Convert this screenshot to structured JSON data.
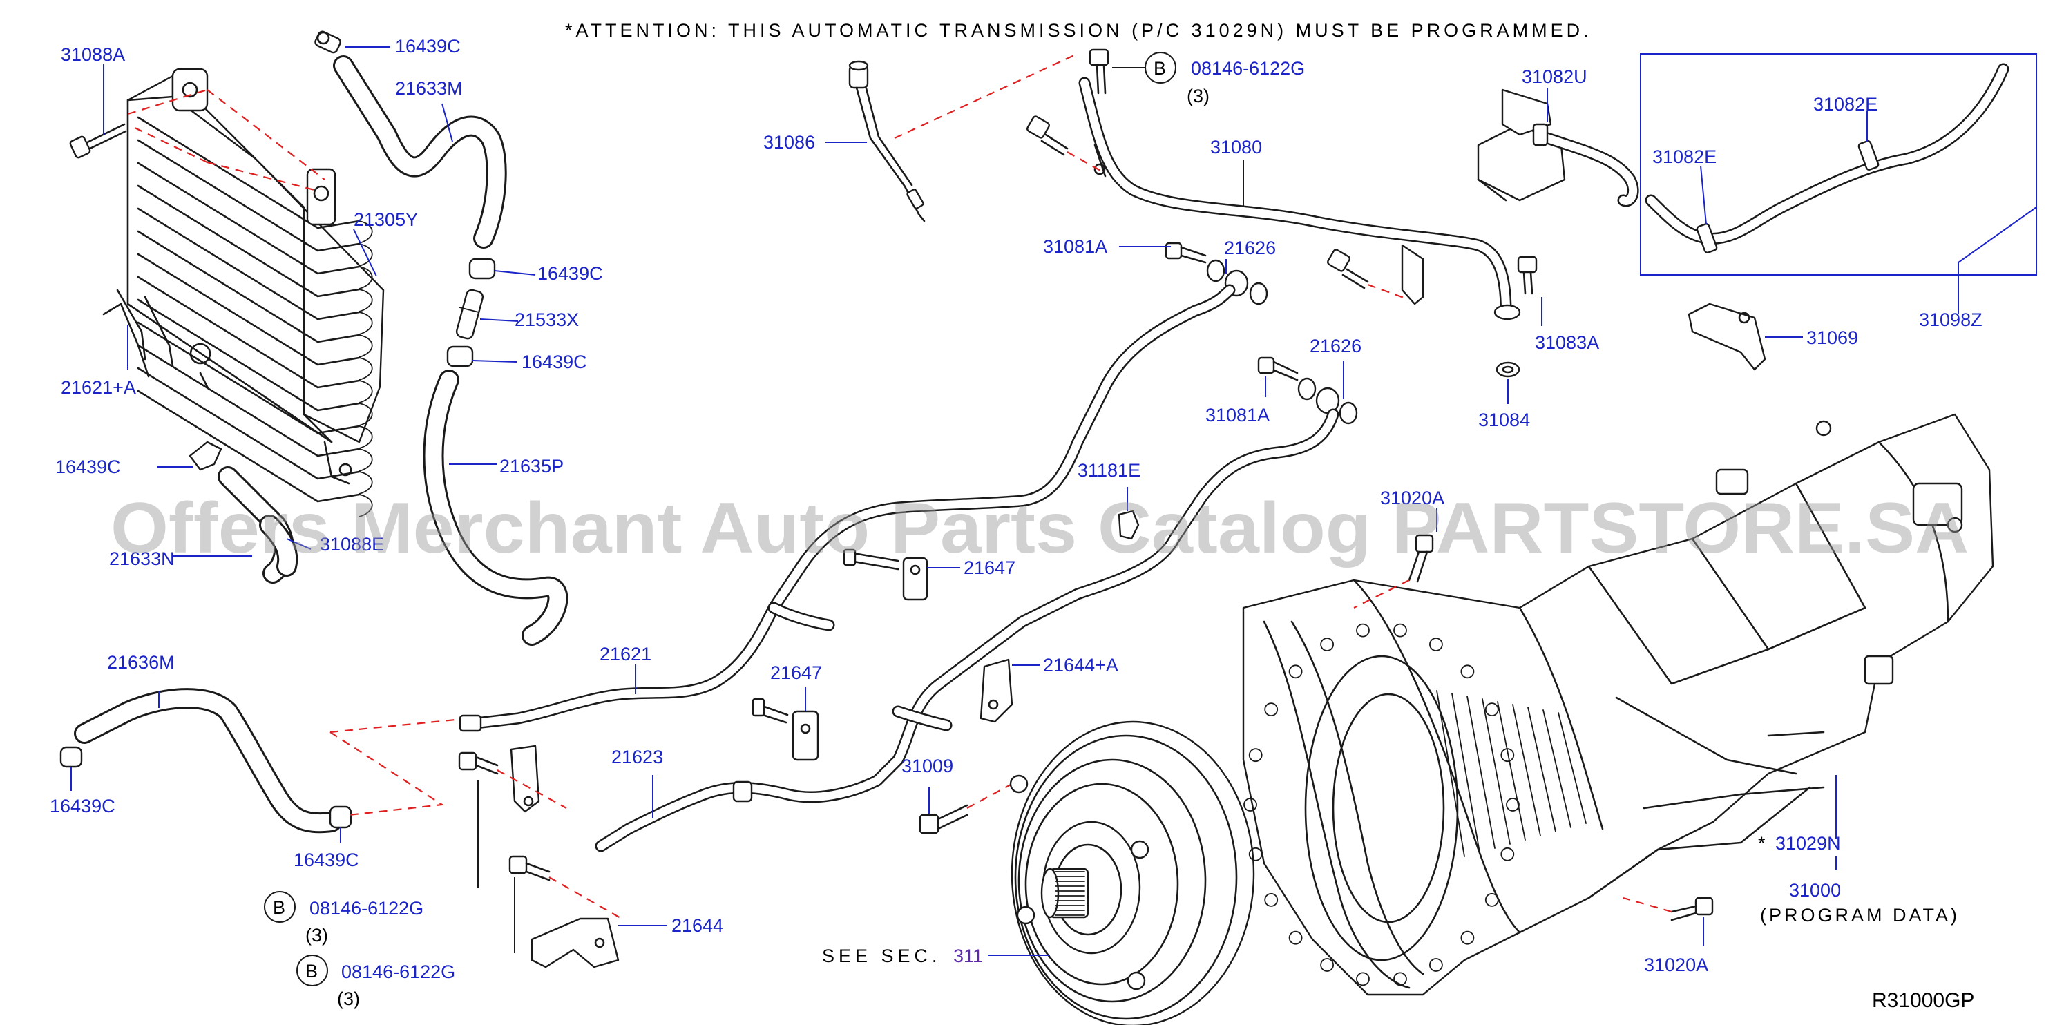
{
  "attention": "*ATTENTION: THIS AUTOMATIC TRANSMISSION (P/C 31029N) MUST BE PROGRAMMED.",
  "watermark": "Offers Merchant Auto Parts Catalog PARTSTORE.SA",
  "diagram_code": "R31000GP",
  "see_sec": "SEE SEC.",
  "circle_b": "B",
  "labels": {
    "p31088A": "31088A",
    "p16439C_top": "16439C",
    "p21633M": "21633M",
    "p21305Y": "21305Y",
    "p16439C_a": "16439C",
    "p21533X": "21533X",
    "p16439C_b": "16439C",
    "p21621A": "21621+A",
    "p16439C_left": "16439C",
    "p21635P": "21635P",
    "p21633N": "21633N",
    "p31088E": "31088E",
    "p21636M": "21636M",
    "p16439C_bl": "16439C",
    "p16439C_bm": "16439C",
    "b1_part": "08146-6122G",
    "b1_qty": "(3)",
    "b2_part": "08146-6122G",
    "b2_qty": "(3)",
    "b3_part": "08146-6122G",
    "b3_qty": "(3)",
    "p31086": "31086",
    "p31080": "31080",
    "p31081A_a": "31081A",
    "p21626_a": "21626",
    "p21626_b": "21626",
    "p31081A_b": "31081A",
    "p31083A": "31083A",
    "p31084": "31084",
    "p31082U": "31082U",
    "p31082E_a": "31082E",
    "p31082E_b": "31082E",
    "p31069": "31069",
    "p31098Z": "31098Z",
    "p31181E": "31181E",
    "p31020A_top": "31020A",
    "p21647_a": "21647",
    "p21647_b": "21647",
    "p21621": "21621",
    "p21623": "21623",
    "p21644A": "21644+A",
    "p21644": "21644",
    "p31009": "31009",
    "p311": "311",
    "p31029N_star": "*",
    "p31029N": "31029N",
    "p31000": "31000",
    "p_program": "(PROGRAM DATA)",
    "p31020A_bot": "31020A"
  }
}
